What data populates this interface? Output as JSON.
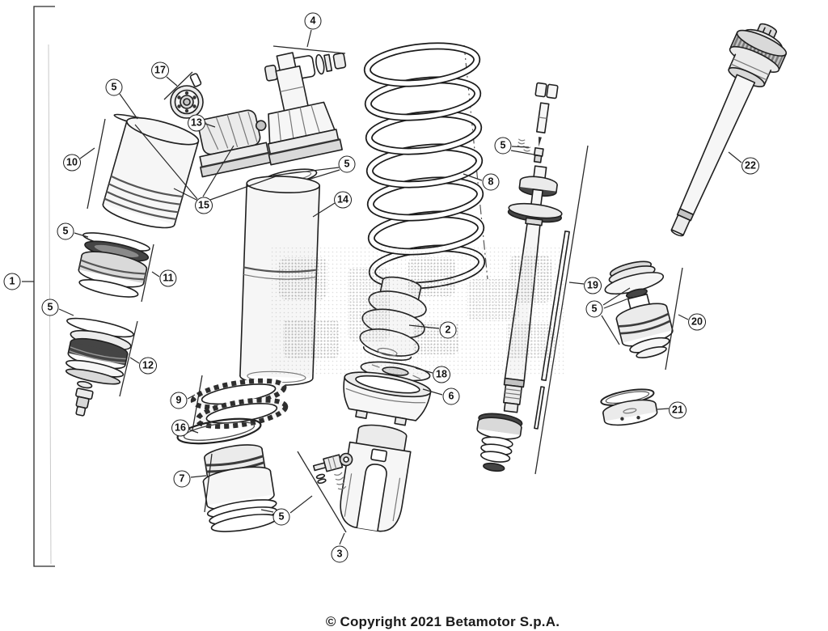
{
  "diagram": {
    "type": "exploded-parts-diagram",
    "callouts": [
      {
        "label": "1"
      },
      {
        "label": "5"
      },
      {
        "label": "17"
      },
      {
        "label": "13"
      },
      {
        "label": "4"
      },
      {
        "label": "10"
      },
      {
        "label": "15"
      },
      {
        "label": "5"
      },
      {
        "label": "14"
      },
      {
        "label": "8"
      },
      {
        "label": "5"
      },
      {
        "label": "22"
      },
      {
        "label": "5"
      },
      {
        "label": "11"
      },
      {
        "label": "5"
      },
      {
        "label": "12"
      },
      {
        "label": "2"
      },
      {
        "label": "18"
      },
      {
        "label": "6"
      },
      {
        "label": "19"
      },
      {
        "label": "5"
      },
      {
        "label": "20"
      },
      {
        "label": "9"
      },
      {
        "label": "16"
      },
      {
        "label": "21"
      },
      {
        "label": "7"
      },
      {
        "label": "5"
      },
      {
        "label": "3"
      }
    ]
  },
  "footer": {
    "copyright": "© Copyright 2021 Betamotor S.p.A."
  },
  "colors": {
    "background": "#ffffff",
    "line_color": "#1f1f1f",
    "shade_gray": "#ebebeb"
  }
}
